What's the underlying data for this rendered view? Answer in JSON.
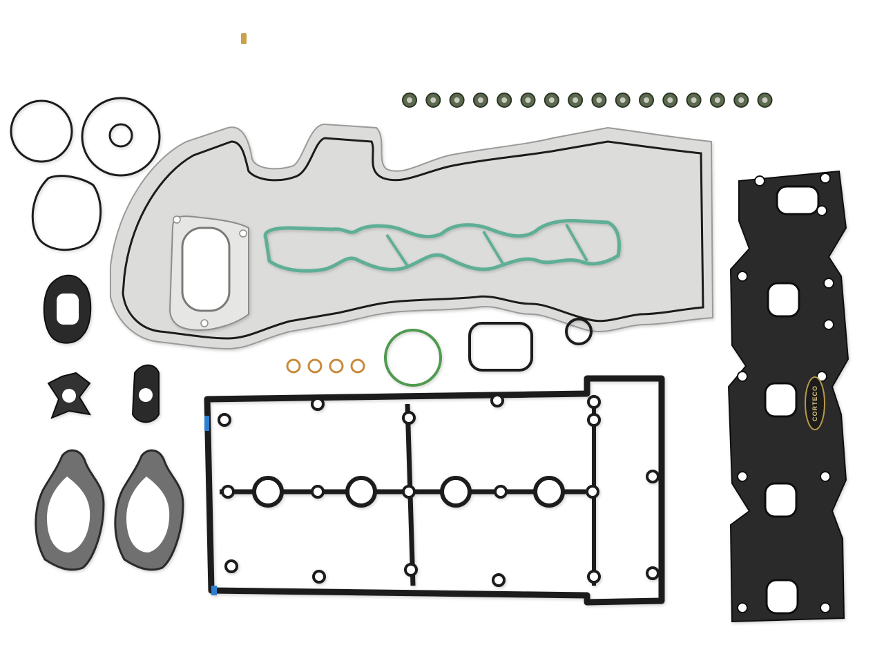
{
  "brand_badge": {
    "text": "CORTECO"
  },
  "colors": {
    "background": "#ffffff",
    "black_gasket": "#1a1a1a",
    "steel_gasket": "#d8d8d6",
    "green_gasket": "#5fae96",
    "copper_washer": "#c8893a",
    "valve_seal": "#5b6a4e",
    "blue_mark": "#2f7fd0"
  },
  "parts": {
    "valve_stem_seals": {
      "count": 16
    },
    "copper_washers": {
      "count": 4
    }
  }
}
